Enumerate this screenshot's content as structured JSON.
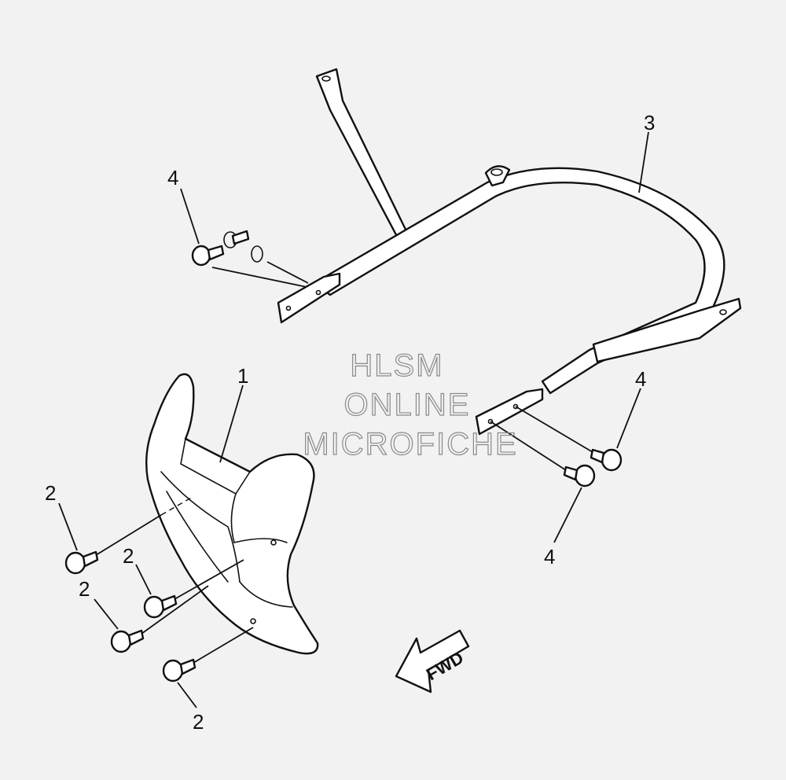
{
  "callouts": {
    "part1": "1",
    "part2_a": "2",
    "part2_b": "2",
    "part2_c": "2",
    "part2_d": "2",
    "part3": "3",
    "part4_a": "4",
    "part4_b": "4",
    "part4_c": "4"
  },
  "watermark": {
    "line1": "HLSM",
    "line2": "ONLINE",
    "line3": "MICROFICHE"
  },
  "direction_arrow": {
    "label": "FWD",
    "icon": "forward-arrow-icon"
  },
  "colors": {
    "background": "#f2f2f2",
    "line": "#111111",
    "watermark": "#8a8a8a"
  }
}
